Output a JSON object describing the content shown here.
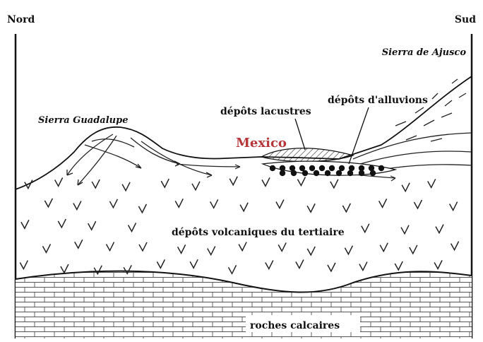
{
  "labels": {
    "north": "Nord",
    "south": "Sud",
    "sierra_ajusco": "Sierra de Ajusco",
    "sierra_guadalupe": "Sierra Guadalupe",
    "lacustrine": "dépôts lacustres",
    "alluvial": "dépôts d'alluvions",
    "city": "Mexico",
    "volcanic": "dépôts volcaniques du tertiaire",
    "limestone": "roches calcaires"
  },
  "colors": {
    "city": "#b5373a",
    "ink": "#111111",
    "background": "#ffffff"
  },
  "icons": {
    "volcanic_mark": "v-glyph",
    "alluvial_mark": "filled-dot"
  }
}
